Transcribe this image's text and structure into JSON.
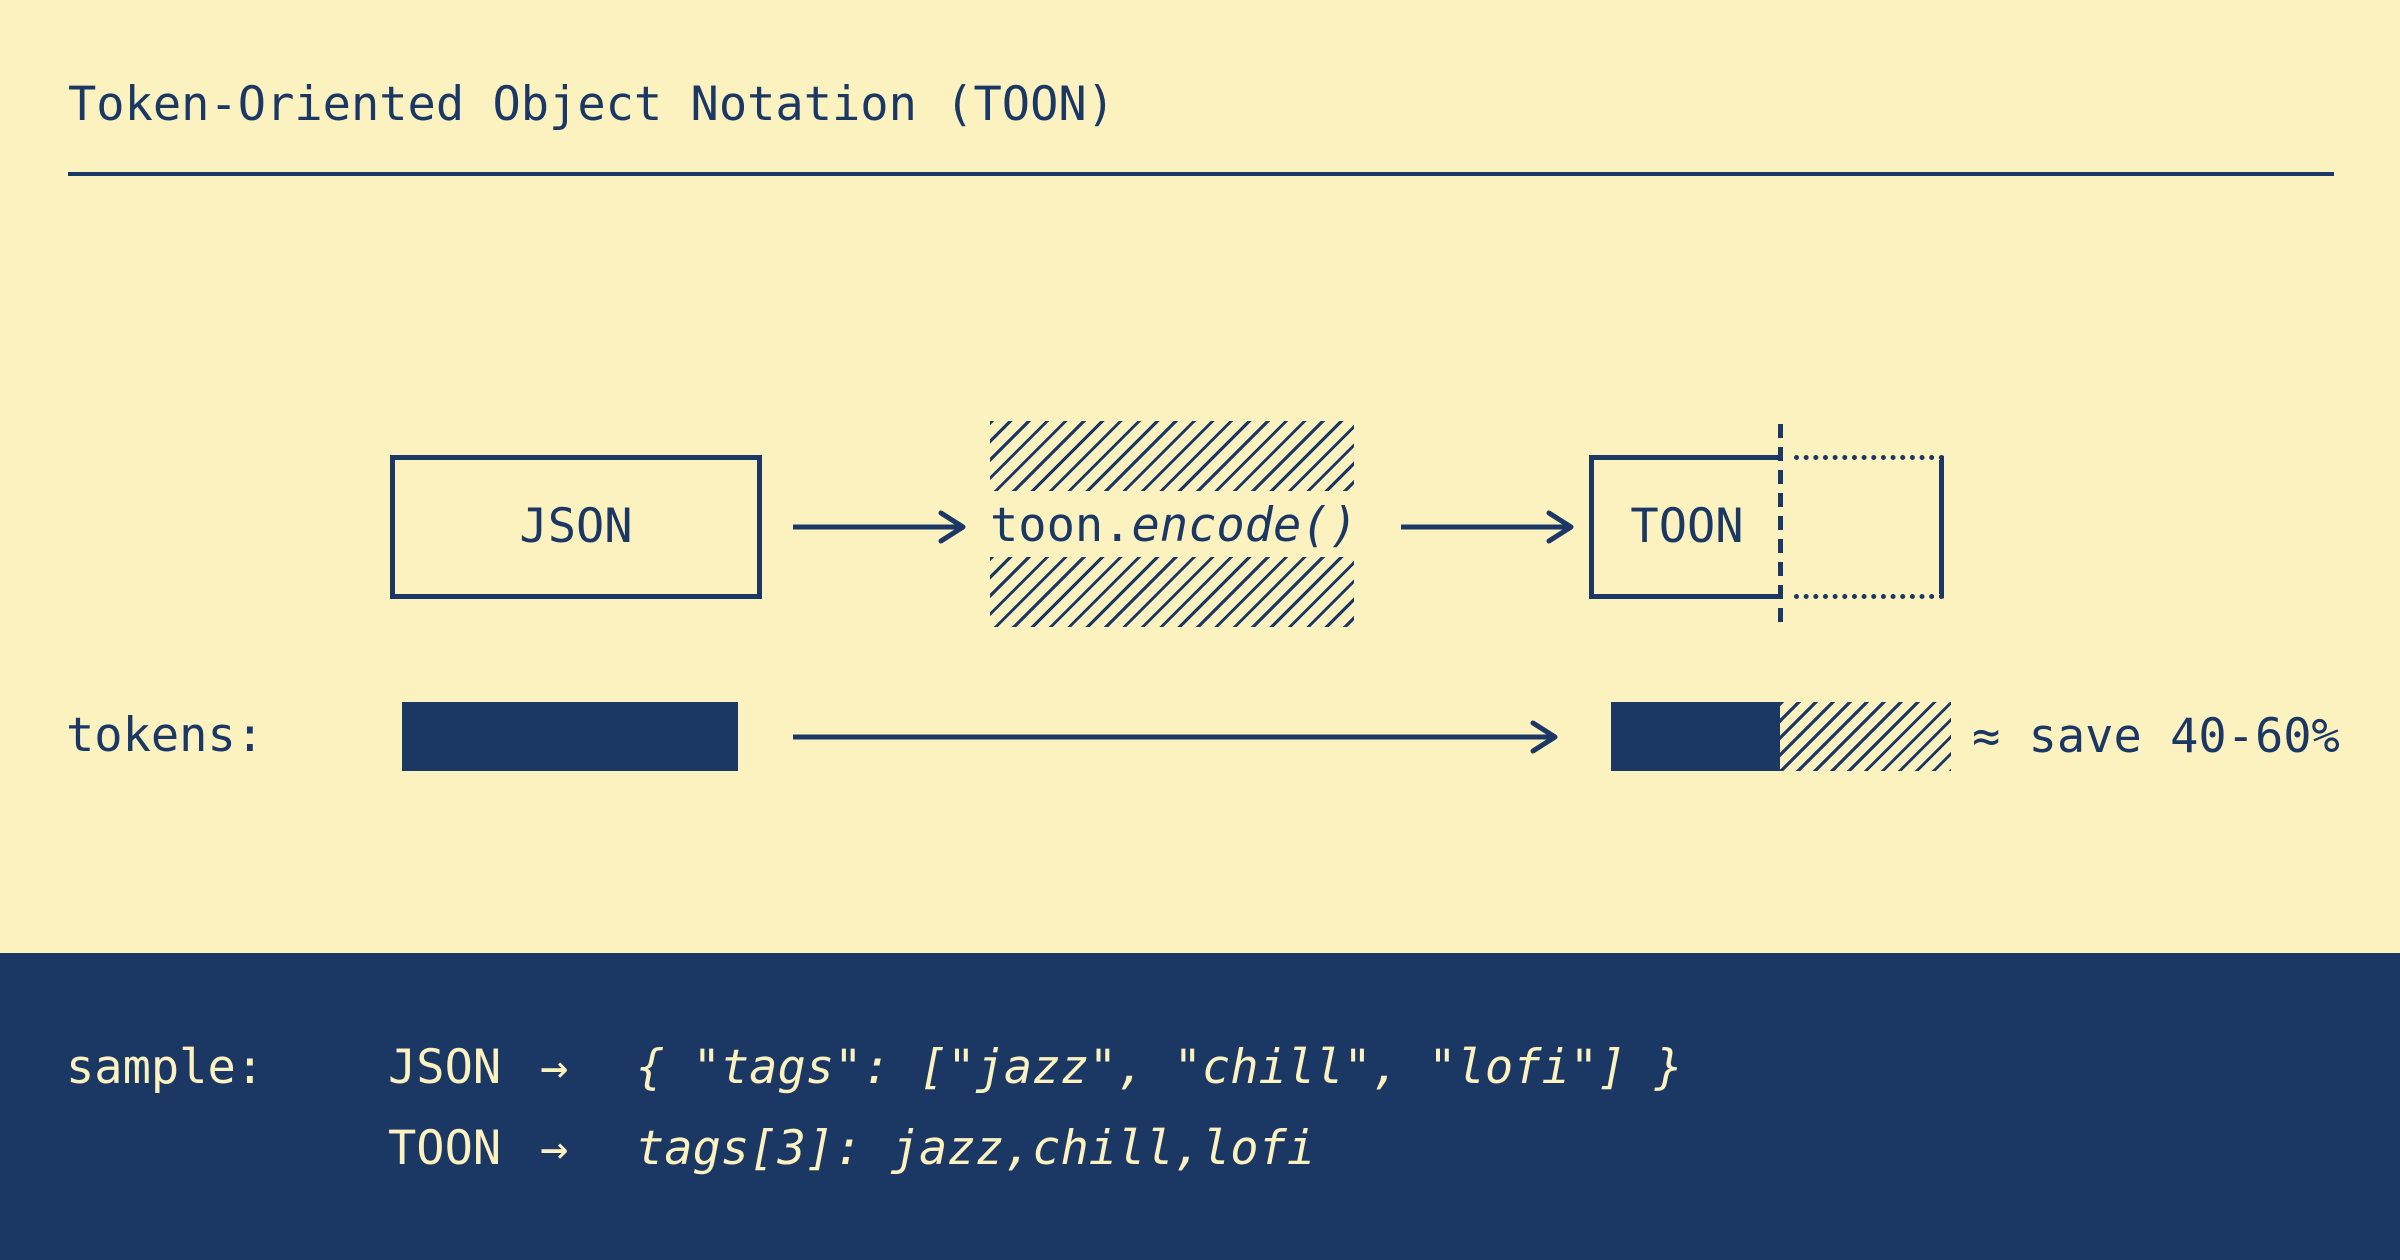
{
  "title": "Token-Oriented Object Notation (TOON)",
  "colors": {
    "background": "#FBF2C0",
    "ink": "#1B3764"
  },
  "flow": {
    "input_label": "JSON",
    "encode_plain": "toon.",
    "encode_italic": "encode()",
    "output_label": "TOON"
  },
  "tokens": {
    "row_label": "tokens:",
    "savings_note": "≈ save 40-60%"
  },
  "sample": {
    "row_label": "sample:",
    "rows": [
      {
        "format": "JSON",
        "arrow": "→",
        "code": "{ \"tags\": [\"jazz\", \"chill\", \"lofi\"] }"
      },
      {
        "format": "TOON",
        "arrow": "→",
        "code": "tags[3]: jazz,chill,lofi"
      }
    ]
  }
}
